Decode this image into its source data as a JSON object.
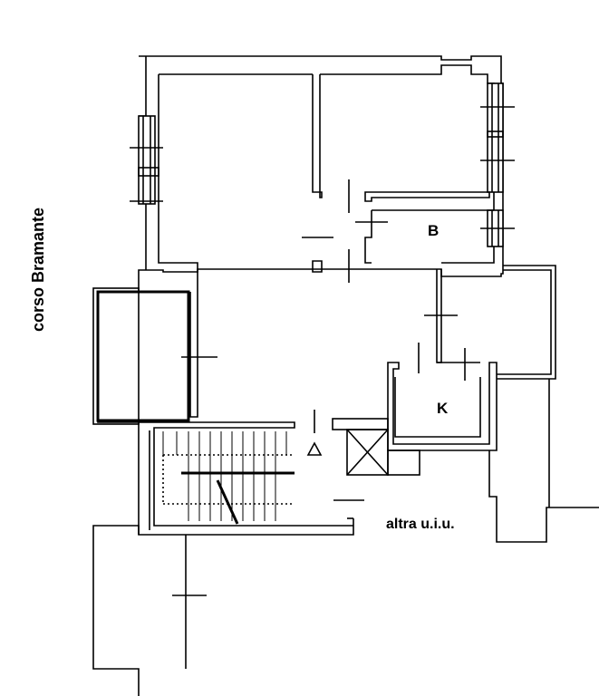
{
  "labels": {
    "street": "corso Bramante",
    "room_b": "B",
    "room_k": "K",
    "other_unit": "altra u.i.u."
  }
}
